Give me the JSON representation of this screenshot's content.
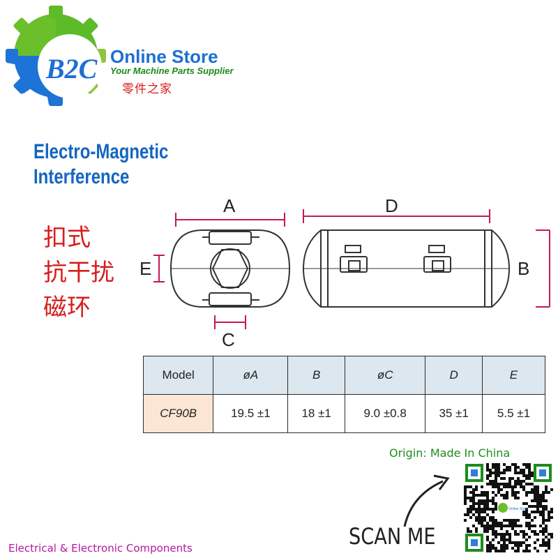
{
  "brand": {
    "logo_text": "B2C",
    "title": "Online Store",
    "tagline": "Your Machine Parts Supplier",
    "cn_name": "零件之家"
  },
  "heading": {
    "line1": "Electro-Magnetic",
    "line2": "Interference"
  },
  "cn_text": {
    "line1": "扣式",
    "line2": "抗干扰",
    "line3": "磁环"
  },
  "diagram": {
    "label_a": "A",
    "label_b": "B",
    "label_c": "C",
    "label_d": "D",
    "label_e": "E",
    "line_color": "#c2185b"
  },
  "table": {
    "headers": [
      "Model",
      "øA",
      "B",
      "øC",
      "D",
      "E"
    ],
    "row": [
      "CF90B",
      "19.5 ±1",
      "18 ±1",
      "9.0 ±0.8",
      "35 ±1",
      "5.5 ±1"
    ]
  },
  "origin": "Origin: Made In China",
  "scan_label": "SCAN ME",
  "qr_label": "Online Store",
  "footer": "Electrical & Electronic Components",
  "colors": {
    "brand_blue": "#1e6fd1",
    "brand_green": "#1a8a1a",
    "accent_red": "#d61d1d",
    "footer_magenta": "#b5179e",
    "table_header_bg": "#dce7ef",
    "model_cell_bg": "#fbe6d6"
  }
}
